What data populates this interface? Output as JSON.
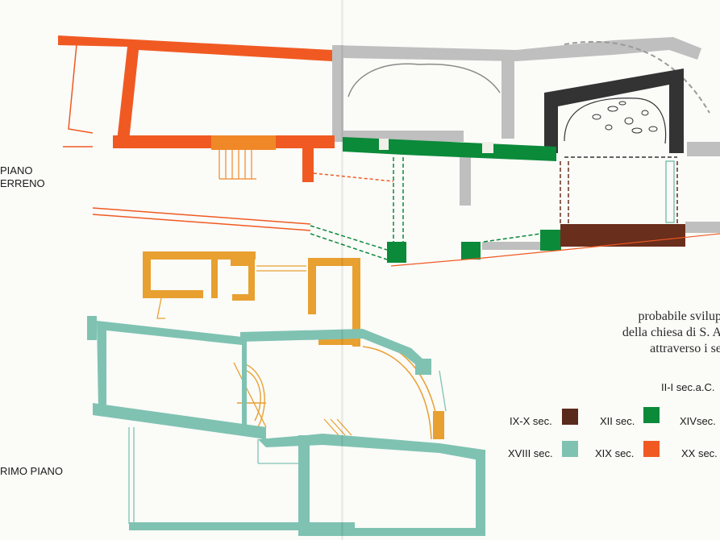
{
  "labels": {
    "ground_floor_1": "PIANO",
    "ground_floor_2": "ERRENO",
    "first_floor": "RIMO PIANO"
  },
  "caption": {
    "line1": "probabile svilup",
    "line2": "della chiesa di S. A",
    "line3": "attraverso i se"
  },
  "legend": {
    "century_2_1_bc": "II-I sec.a.C.",
    "items": [
      {
        "label": "IX-X sec.",
        "color": "#5a2a1a"
      },
      {
        "label": "XII sec.",
        "color": "#0b8a3a"
      },
      {
        "label": "XIVsec.",
        "color": "#e8a030"
      },
      {
        "label": "XVIII sec.",
        "color": "#7fc2b2"
      },
      {
        "label": "XIX sec.",
        "color": "#f05a22"
      },
      {
        "label": "XX sec.",
        "color": "#f08828"
      }
    ]
  },
  "colors": {
    "roman": "#333333",
    "ix_x": "#5a2a1a",
    "xii": "#0b8a3a",
    "xiv": "#e8a030",
    "xviii": "#7fc2b2",
    "xix": "#f05a22",
    "xx": "#f08828",
    "gray": "#bdbdbd"
  }
}
